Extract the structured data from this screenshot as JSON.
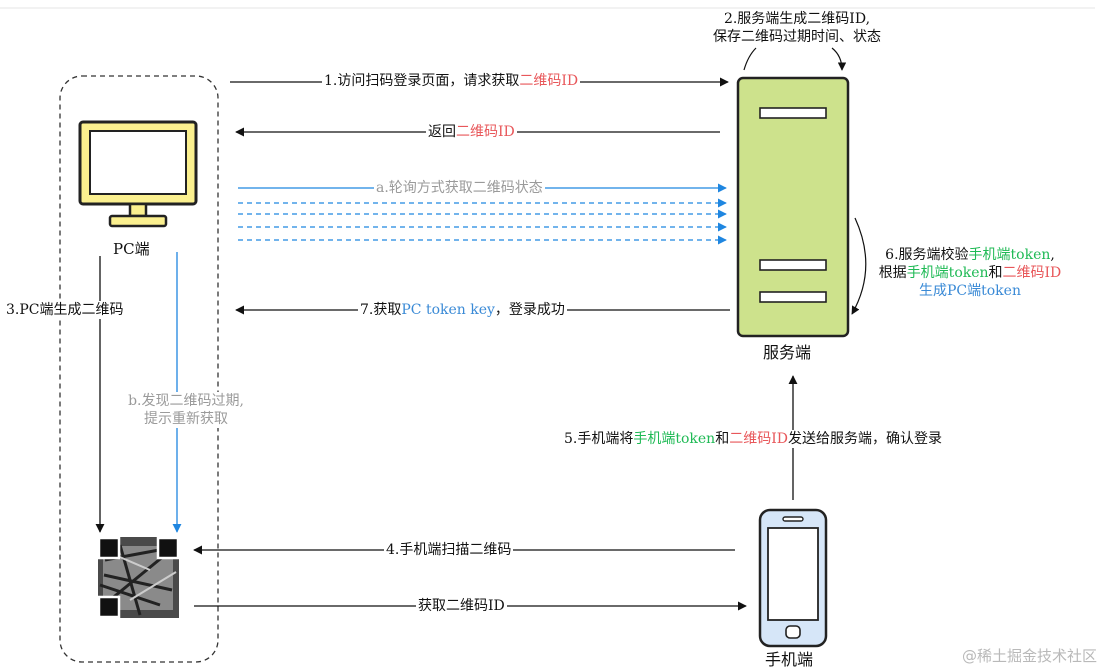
{
  "nodes": {
    "pc": "PC端",
    "server": "服务端",
    "phone": "手机端"
  },
  "steps": {
    "s1": {
      "pre": "1.访问扫码登录页面，请求获取",
      "id": "二维码ID"
    },
    "s2": {
      "line1": "2.服务端生成二维码ID,",
      "line2": "保存二维码过期时间、状态"
    },
    "return": {
      "pre": "返回",
      "id": "二维码ID"
    },
    "a": "a.轮询方式获取二维码状态",
    "s3": "3.PC端生成二维码",
    "b": {
      "line1": "b.发现二维码过期,",
      "line2": "提示重新获取"
    },
    "s4": "4.手机端扫描二维码",
    "get_qr": "获取二维码ID",
    "s5": {
      "pre": "5.手机端将",
      "token": "手机端token",
      "and": "和",
      "id": "二维码ID",
      "post": "发送给服务端，确认登录"
    },
    "s6": {
      "l1_pre": "6.服务端校验",
      "l1_token": "手机端token",
      "l1_post": ",",
      "l2_pre": "根据",
      "l2_token": "手机端token",
      "l2_and": "和",
      "l2_id": "二维码ID",
      "l3": "生成PC端token"
    },
    "s7": {
      "pre": "7.获取",
      "key": "PC token key",
      "post": "，登录成功"
    }
  },
  "colors": {
    "qr_id": "#e8575a",
    "phone_token": "#1fba55",
    "pc_token": "#3a8ad6",
    "polling_arrow": "#1f86e0",
    "server_fill": "#cde28c",
    "monitor_fill": "#fbf08f",
    "phone_fill": "#d6e6f8"
  },
  "watermark": "@稀土掘金技术社区"
}
